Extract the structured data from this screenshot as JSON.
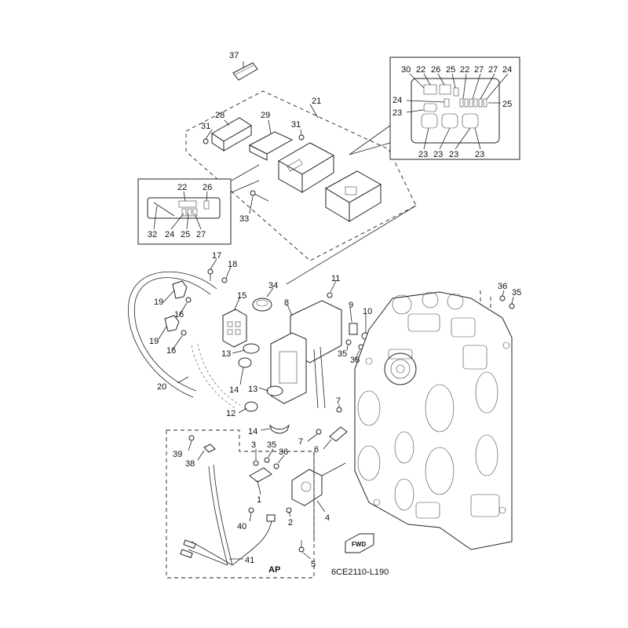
{
  "diagram": {
    "drawing_code": "6CE2110-L190",
    "ap_label": "AP",
    "fwd_label": "FWD",
    "callouts": {
      "c37": "37",
      "c21": "21",
      "c28": "28",
      "c29": "29",
      "c31a": "31",
      "c31b": "31",
      "c33": "33",
      "inset_a_22": "22",
      "inset_a_26": "26",
      "inset_a_32": "32",
      "inset_a_24": "24",
      "inset_a_25": "25",
      "inset_a_27": "27",
      "inset_b_30": "30",
      "inset_b_22a": "22",
      "inset_b_26": "26",
      "inset_b_25a": "25",
      "inset_b_22b": "22",
      "inset_b_27": "27",
      "inset_b_24a": "24",
      "inset_b_24b": "24",
      "inset_b_25b": "25",
      "inset_b_23a": "23",
      "inset_b_23b": "23",
      "inset_b_23c": "23",
      "inset_b_23d": "23",
      "inset_b_23e": "23",
      "c17": "17",
      "c18": "18",
      "c34": "34",
      "c11": "11",
      "c36a": "36",
      "c35a": "35",
      "c15": "15",
      "c19a": "19",
      "c16a": "16",
      "c19b": "19",
      "c16b": "16",
      "c8": "8",
      "c9": "9",
      "c10": "10",
      "c13a": "13",
      "c35b": "35",
      "c36b": "36",
      "c14a": "14",
      "c20": "20",
      "c13b": "13",
      "c12": "12",
      "c14b": "14",
      "c7a": "7",
      "c7b": "7",
      "c6": "6",
      "c39": "39",
      "c38": "38",
      "c3": "3",
      "c35c": "35",
      "c36c": "36",
      "c1": "1",
      "c2": "2",
      "c4": "4",
      "c40": "40",
      "c41": "41",
      "c5": "5"
    }
  }
}
